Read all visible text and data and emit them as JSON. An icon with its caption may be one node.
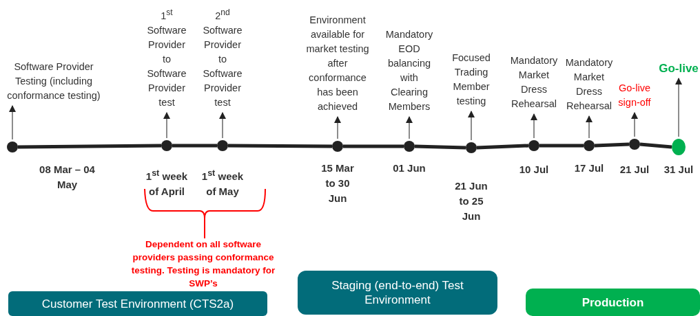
{
  "diagram": {
    "nodes": [
      {
        "text": [
          "Software Provider Testing (including conformance testing)"
        ]
      },
      {
        "text": [],
        "shape": "circle",
        "beside": [
          "08 Mar – 04 May"
        ]
      },
      {
        "text": [
          "1$^{st}$ Software Provider to Software Provider test"
        ]
      },
      {
        "text": [],
        "shape": "circle",
        "beside": [
          "1$^{st}$ week of April"
        ]
      },
      {
        "text": [
          "2$^{nd}$ Software Provider to Software Provider test"
        ]
      },
      {
        "text": [],
        "shape": "circle",
        "beside": [
          "1$^{st}$ week of May"
        ]
      },
      {
        "text": [
          "Environment available for market testing after conformance has been achieved"
        ]
      },
      {
        "text": [],
        "shape": "circle",
        "beside": [
          "15 Mar to 30 Jun"
        ]
      },
      {
        "text": [
          "Mandatory EOD balancing with Clearing Members"
        ]
      },
      {
        "text": [],
        "shape": "circle",
        "beside": [
          "01 Jun"
        ]
      },
      {
        "text": [
          "Focused Trading Member testing"
        ]
      },
      {
        "text": [],
        "shape": "circle",
        "beside": [
          "21 Jun to 25 Jun"
        ]
      },
      {
        "text": [
          "Mandatory Market Dress Rehearsal"
        ]
      },
      {
        "text": [],
        "shape": "circle",
        "beside": [
          "10 Jul"
        ]
      },
      {
        "text": [
          "Mandatory Market Dress Rehearsal"
        ]
      },
      {
        "text": [],
        "shape": "circle",
        "beside": [
          "17 Jul"
        ]
      },
      {
        "text": [
          "Go-live sign-off"
        ]
      },
      {
        "text": [],
        "shape": "circle",
        "beside": [
          "21 Jul"
        ]
      },
      {
        "text": [
          "Go-live"
        ]
      },
      {
        "text": [],
        "shape": "circle",
        "beside": [
          "31 Jul"
        ]
      },
      {
        "text": [
          "Customer Test Environment (CTS2a)"
        ]
      },
      {
        "text": [
          "Staging (end-to-end) Test Environment"
        ]
      },
      {
        "text": [
          "Production"
        ]
      }
    ],
    "edges": [
      {
        "from": 1,
        "to": 3,
        "arrow": "none",
        "style": "thick"
      },
      {
        "from": 3,
        "to": 5,
        "arrow": "none",
        "style": "thick"
      },
      {
        "from": 5,
        "to": 7,
        "arrow": "none",
        "style": "thick"
      },
      {
        "from": 7,
        "to": 9,
        "arrow": "none",
        "style": "thick"
      },
      {
        "from": 9,
        "to": 11,
        "arrow": "none",
        "style": "thick"
      },
      {
        "from": 11,
        "to": 13,
        "arrow": "none",
        "style": "thick"
      },
      {
        "from": 13,
        "to": 15,
        "arrow": "none",
        "style": "thick"
      },
      {
        "from": 15,
        "to": 17,
        "arrow": "none",
        "style": "thick"
      },
      {
        "from": 17,
        "to": 19,
        "arrow": "none",
        "style": "thick"
      },
      {
        "from": 1,
        "to": 0,
        "arrow": "to"
      },
      {
        "from": 3,
        "to": 2,
        "arrow": "to"
      },
      {
        "from": 5,
        "to": 4,
        "arrow": "to"
      },
      {
        "from": 7,
        "to": 6,
        "arrow": "to"
      },
      {
        "from": 9,
        "to": 8,
        "arrow": "to"
      },
      {
        "from": 11,
        "to": 10,
        "arrow": "to"
      },
      {
        "from": 13,
        "to": 12,
        "arrow": "to"
      },
      {
        "from": 15,
        "to": 14,
        "arrow": "to"
      },
      {
        "from": 17,
        "to": 16,
        "arrow": "to"
      },
      {
        "from": 19,
        "to": 18,
        "arrow": "to"
      }
    ],
    "labels": [
      "Dependent on all software providers passing conformance testing. Testing is mandatory for SWP’s"
    ]
  }
}
